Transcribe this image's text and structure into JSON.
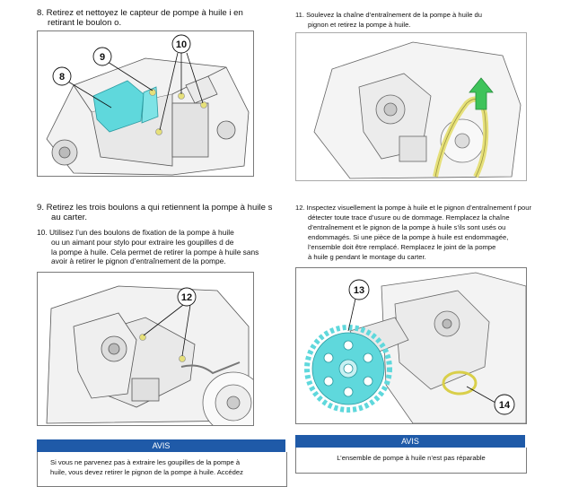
{
  "left": {
    "step8": {
      "line1": "8. Retirez et nettoyez le capteur de pompe à huile i en",
      "line2": "retirant le boulon o."
    },
    "fig1_callouts": [
      "8",
      "9",
      "10"
    ],
    "step9": {
      "line1": "9. Retirez les trois boulons a qui retiennent la pompe à huile s",
      "line2": "au carter."
    },
    "step10": {
      "line1": "10. Utilisez l’un des boulons de fixation de la pompe à huile",
      "line2": "ou un aimant pour stylo pour extraire les goupilles d de",
      "line3": "la pompe à huile. Cela permet de retirer la pompe à huile sans",
      "line4": "avoir à retirer le pignon d’entraînement de la pompe."
    },
    "fig3_callouts": [
      "12"
    ],
    "avis": {
      "title": "AVIS",
      "line1": "Si vous ne parvenez pas à extraire les goupilles de la pompe à",
      "line2": "huile, vous devez retirer le pignon de la pompe à huile. Accédez"
    }
  },
  "right": {
    "step11": {
      "line1": "11. Soulevez la chaîne d’entraînement de la pompe à huile du",
      "line2": "pignon et retirez la pompe à huile."
    },
    "step12": {
      "line1": "12. Inspectez visuellement la pompe à huile et le pignon d’entraînement f pour",
      "line2": "détecter toute trace d’usure ou de dommage. Remplacez la chaîne",
      "line3": "d’entraînement et le pignon de la pompe à huile s’ils sont usés ou",
      "line4": "endommagés. Si une pièce de la pompe à huile est endommagée,",
      "line5": "l’ensemble doit être remplacé. Remplacez le joint de la pompe",
      "line6": "à huile g pendant le montage du carter."
    },
    "fig4_callouts": [
      "13",
      "14"
    ],
    "avis": {
      "title": "AVIS",
      "line1": "L’ensemble de pompe à huile n’est pas réparable"
    }
  },
  "colors": {
    "avis_blue": "#1f5aa8",
    "highlight_cyan": "#5fd8dc",
    "chain_yellow": "#e6e07a",
    "arrow_green": "#3ec35a"
  }
}
